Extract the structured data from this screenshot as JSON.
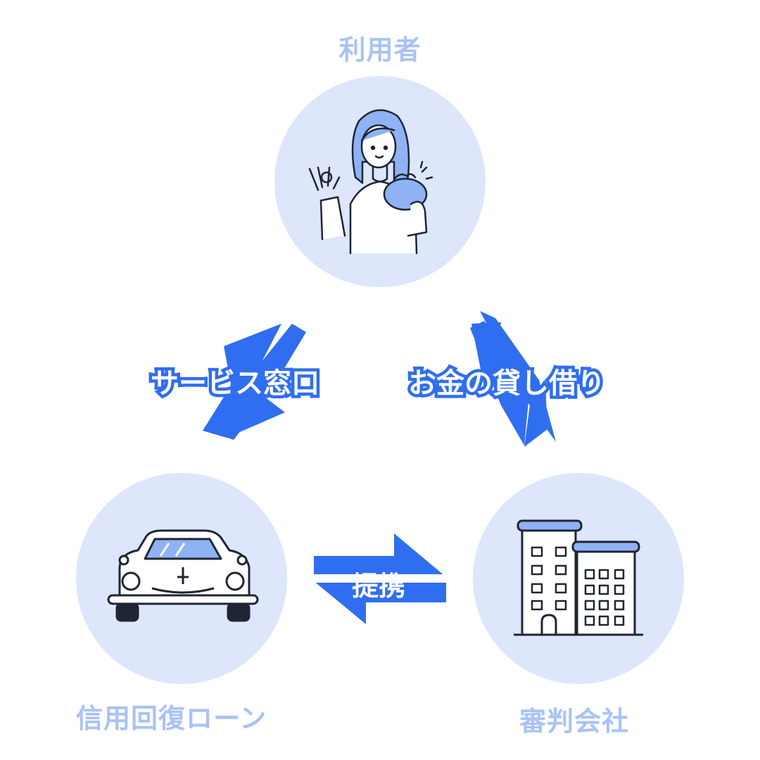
{
  "nodes": {
    "user_label": "利用者",
    "loan_label": "信用回復ローン",
    "court_label": "審判会社"
  },
  "arrows": {
    "service_label": "サービス窓口",
    "money_label": "お金の貸し借り",
    "partner_label": "提携"
  },
  "colors": {
    "circle_fill": "#dde6fb",
    "accent": "#2f6ef0",
    "label": "#a9c2f7",
    "icon_fill": "#8fb2f5",
    "outline": "#1f2533"
  },
  "icons": {
    "user": "woman-with-wallet-icon",
    "loan": "car-icon",
    "court": "office-building-icon"
  }
}
